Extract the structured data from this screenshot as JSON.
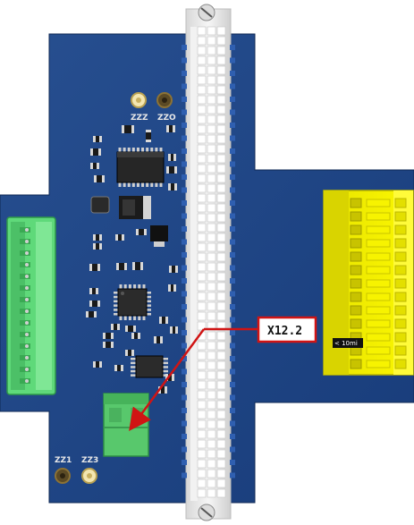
{
  "callout": {
    "label": "X12.2"
  },
  "silkscreen": {
    "top_left": "ZZZ",
    "top_right": "ZZO",
    "bottom_left": "ZZ1",
    "bottom_right": "ZZ3"
  },
  "right_connector": {
    "tag": "< 10mi"
  },
  "colors": {
    "board": "#1f4a8c",
    "header": "#e9e9e9",
    "left_connector": "#5fd97a",
    "right_connector": "#f2f000",
    "small_connector": "#58c86c",
    "callout_arrow": "#d01414"
  }
}
